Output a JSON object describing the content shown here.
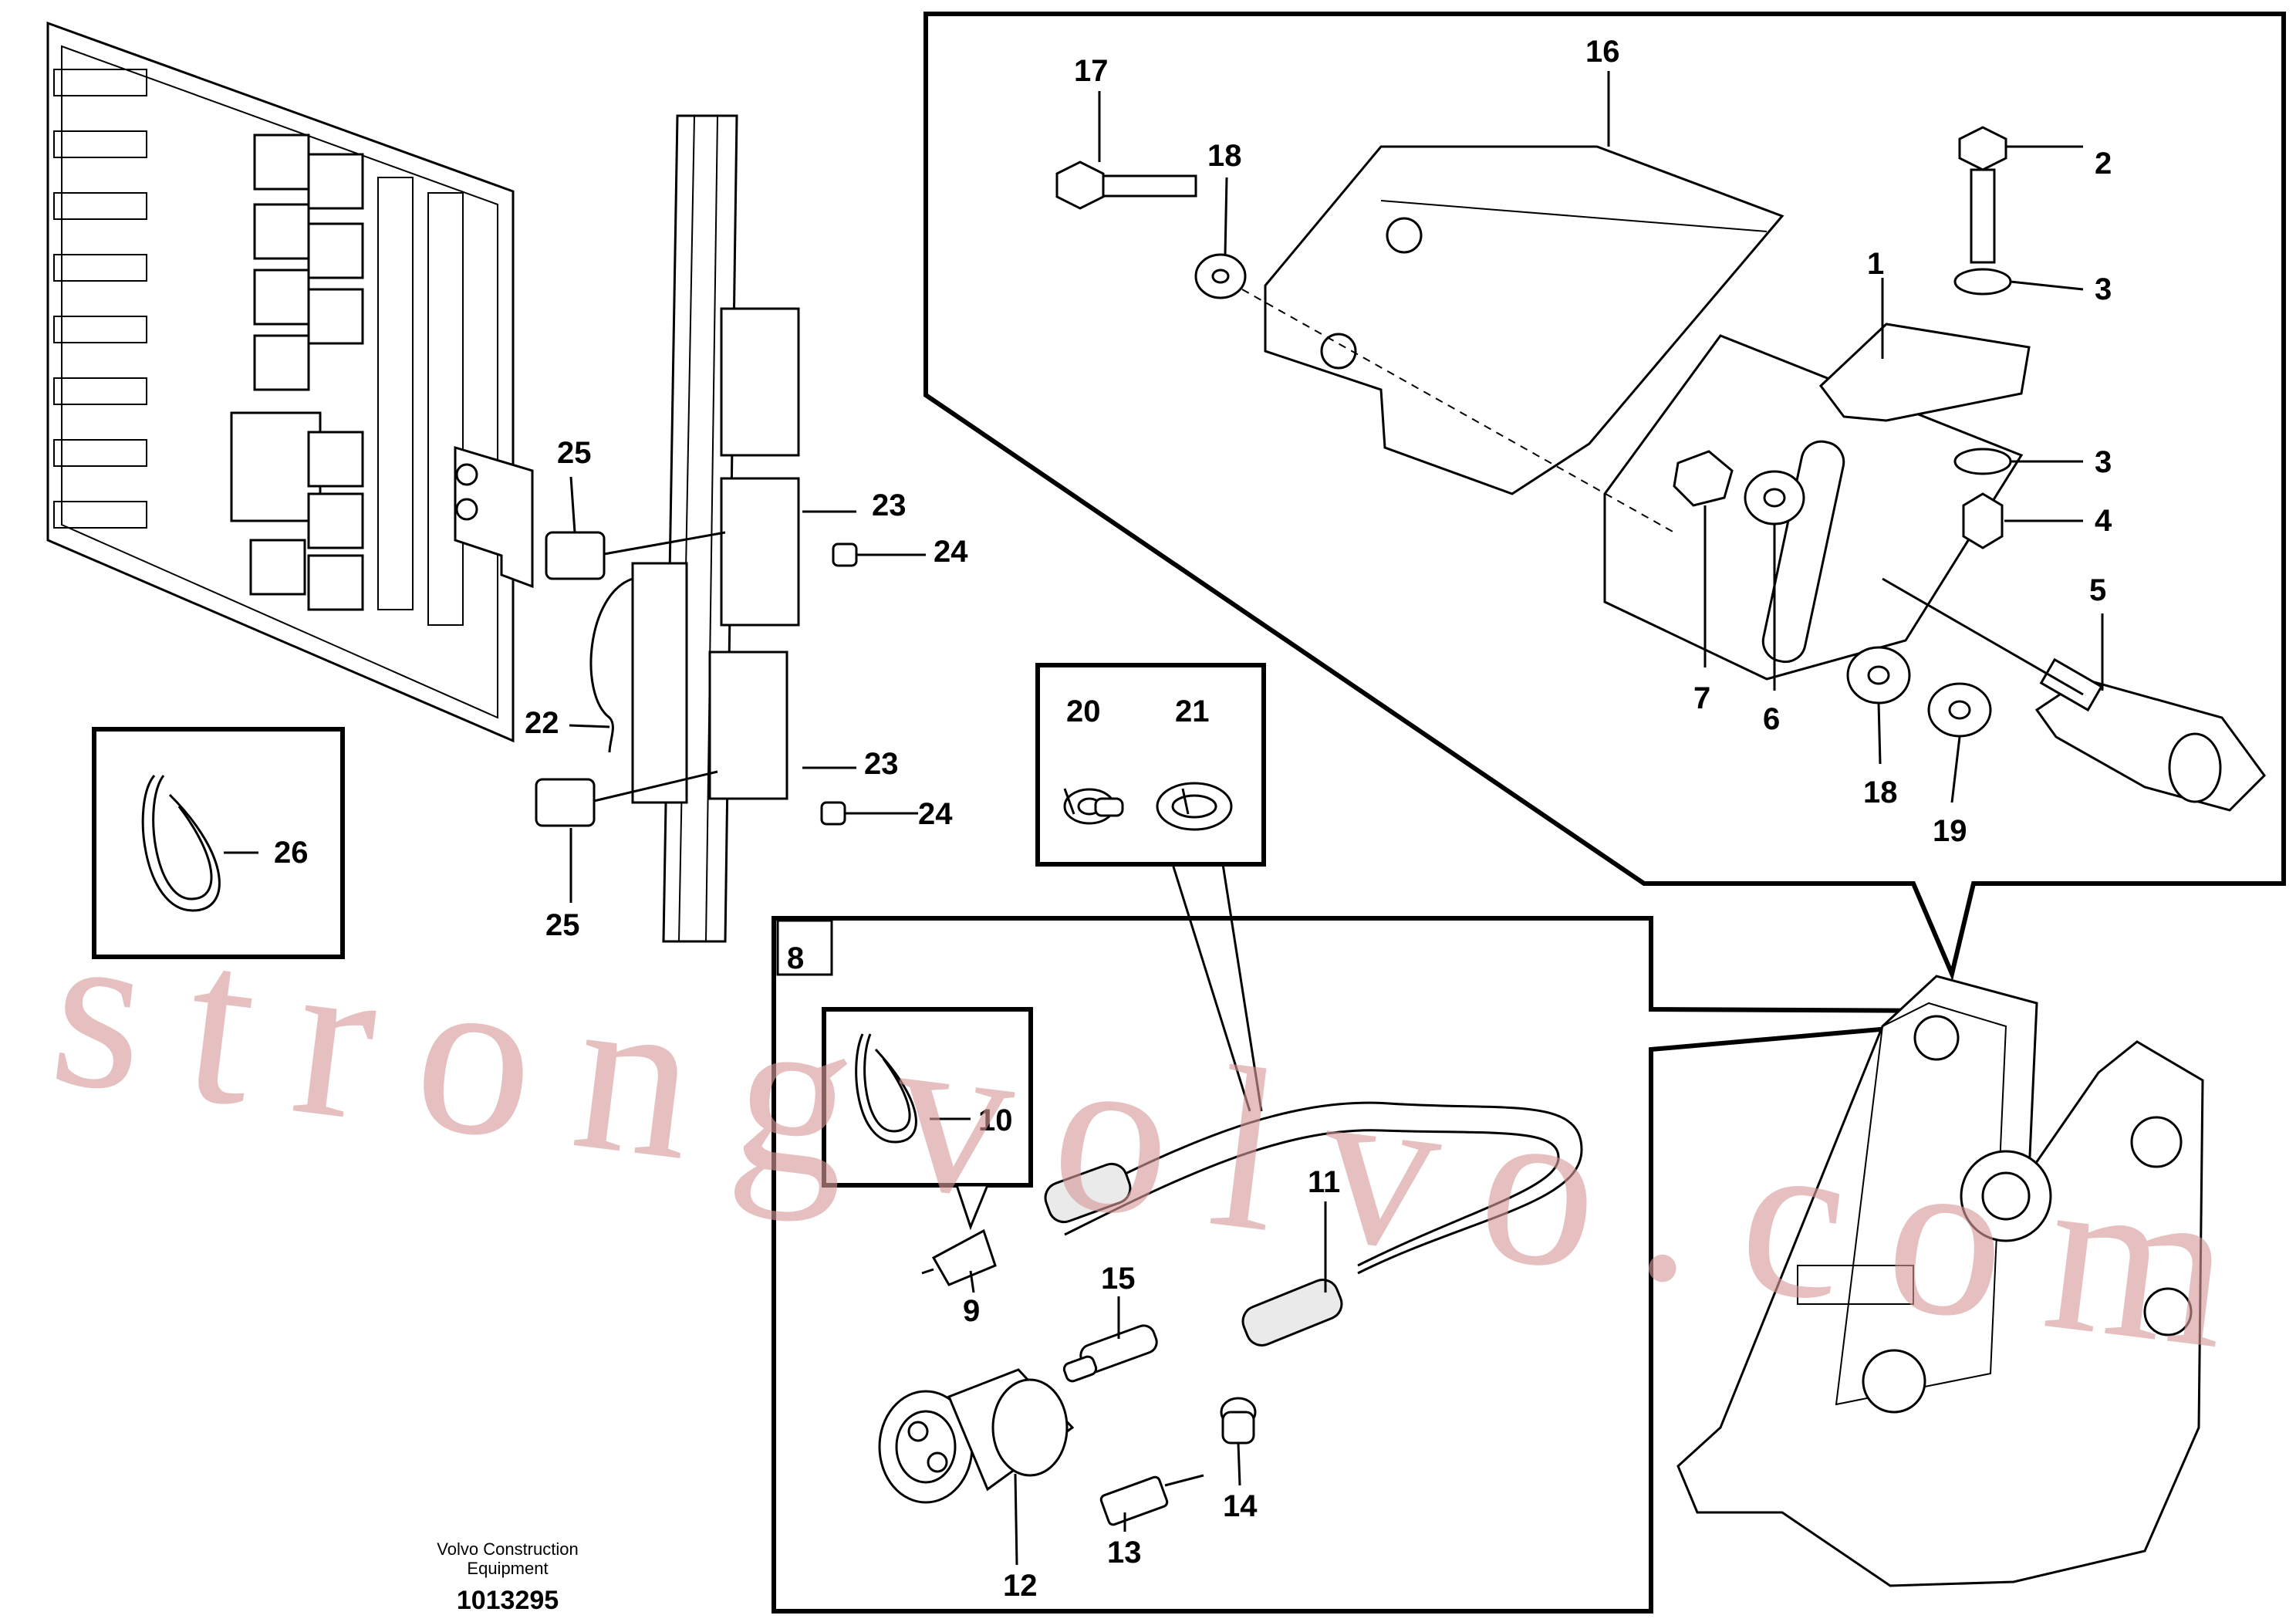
{
  "callouts": [
    "1",
    "2",
    "3",
    "3",
    "4",
    "5",
    "6",
    "7",
    "8",
    "9",
    "10",
    "11",
    "12",
    "13",
    "14",
    "15",
    "16",
    "17",
    "18",
    "18",
    "19",
    "20",
    "21",
    "22",
    "23",
    "23",
    "24",
    "24",
    "25",
    "25",
    "26"
  ],
  "footer": {
    "company_line1": "Volvo Construction",
    "company_line2": "Equipment",
    "drawing_number": "1013295"
  },
  "watermark": "strongvolvo.com"
}
